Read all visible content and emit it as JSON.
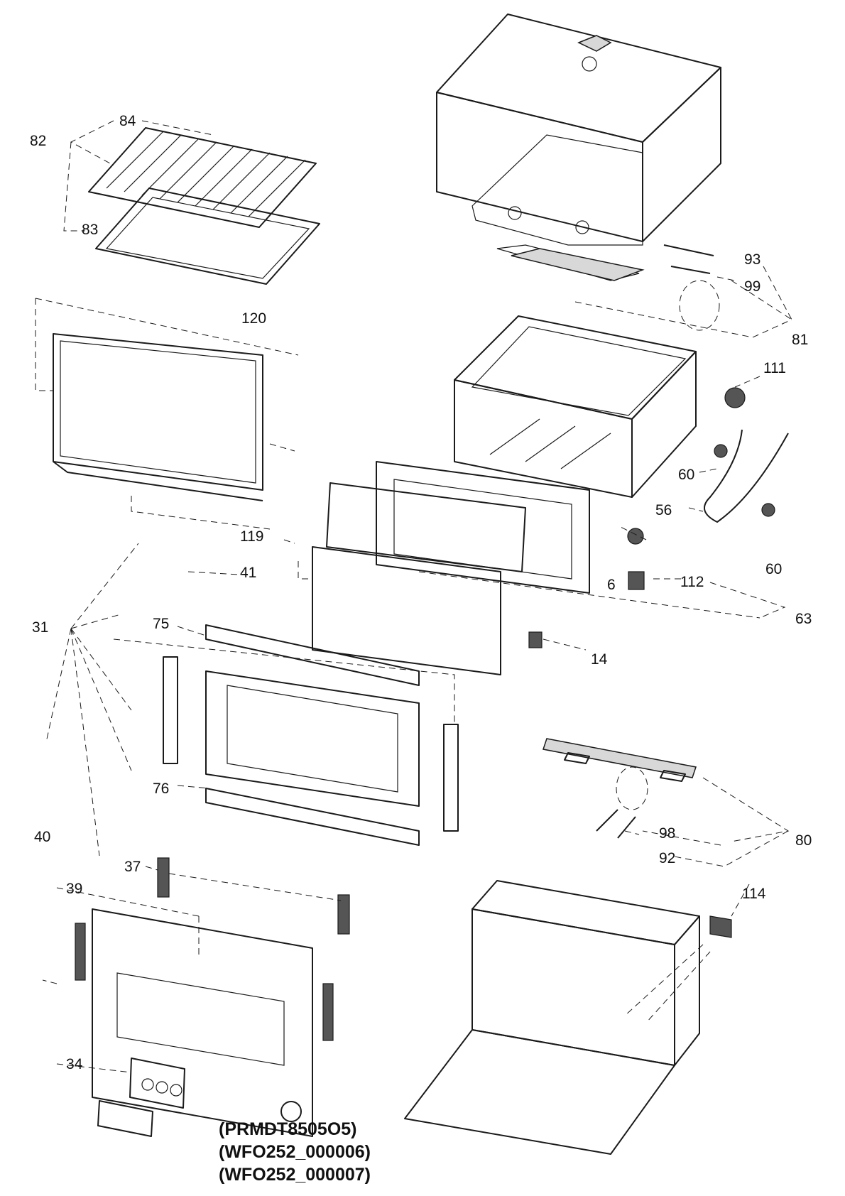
{
  "callouts": {
    "c82": "82",
    "c84": "84",
    "c83": "83",
    "c120": "120",
    "c119": "119",
    "c41": "41",
    "c31": "31",
    "c75": "75",
    "c76": "76",
    "c40": "40",
    "c37": "37",
    "c39": "39",
    "c34": "34",
    "c93": "93",
    "c99": "99",
    "c81": "81",
    "c111": "111",
    "c60a": "60",
    "c56": "56",
    "c60b": "60",
    "c112": "112",
    "c6": "6",
    "c63": "63",
    "c14": "14",
    "c98": "98",
    "c80": "80",
    "c92": "92",
    "c114": "114"
  },
  "model_lines": [
    "(PRMDT8505O5)",
    "(WFO252_000006)",
    "(WFO252_000007)"
  ]
}
